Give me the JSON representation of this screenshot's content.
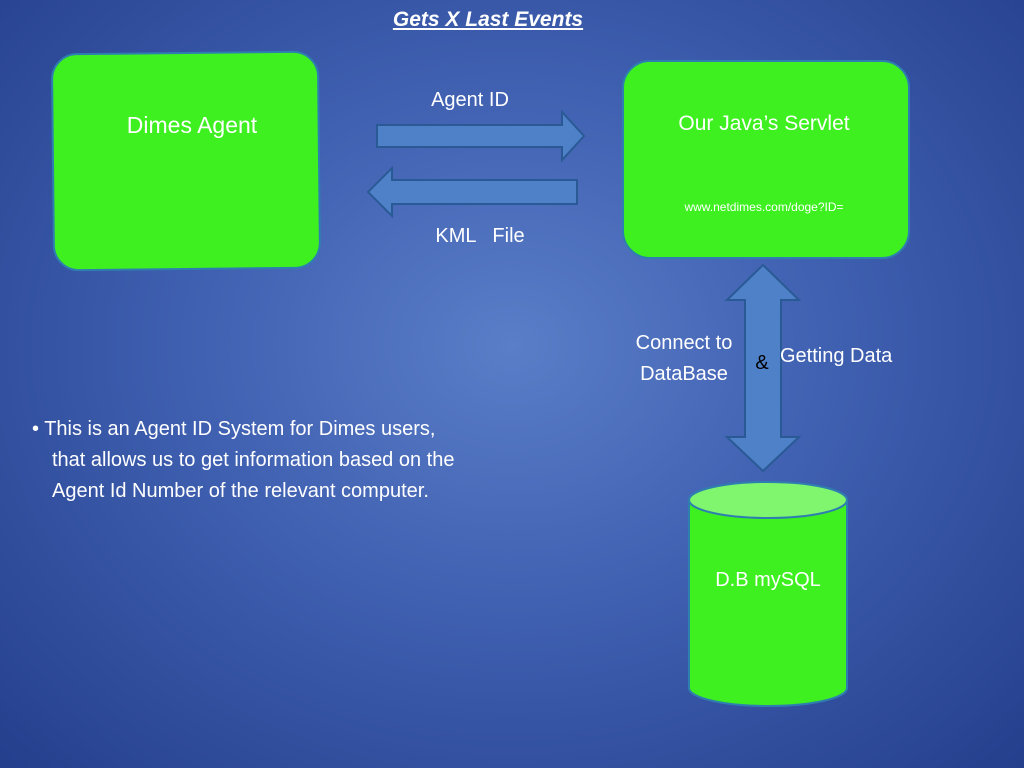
{
  "title": "Gets X Last Events",
  "nodes": {
    "agent": "Dimes Agent",
    "servlet": "Our Java’s Servlet",
    "servlet_url": "www.netdimes.com/doge?ID=",
    "database": "D.B mySQL"
  },
  "edges": {
    "request": "Agent ID",
    "response": "KML   File",
    "db_connect_line1": "Connect to",
    "db_connect_line2": "DataBase",
    "ampersand": "&",
    "db_getting": "Getting Data"
  },
  "bullet": {
    "line1": "• This is  an Agent ID System for Dimes users,",
    "line2": "that allows us to get information based on the",
    "line3": "Agent Id Number of the relevant computer."
  },
  "colors": {
    "node_fill": "#3ef01f",
    "db_top": "#80f56e",
    "arrow_fill": "#4f81c8",
    "arrow_stroke": "#2a5a96"
  }
}
